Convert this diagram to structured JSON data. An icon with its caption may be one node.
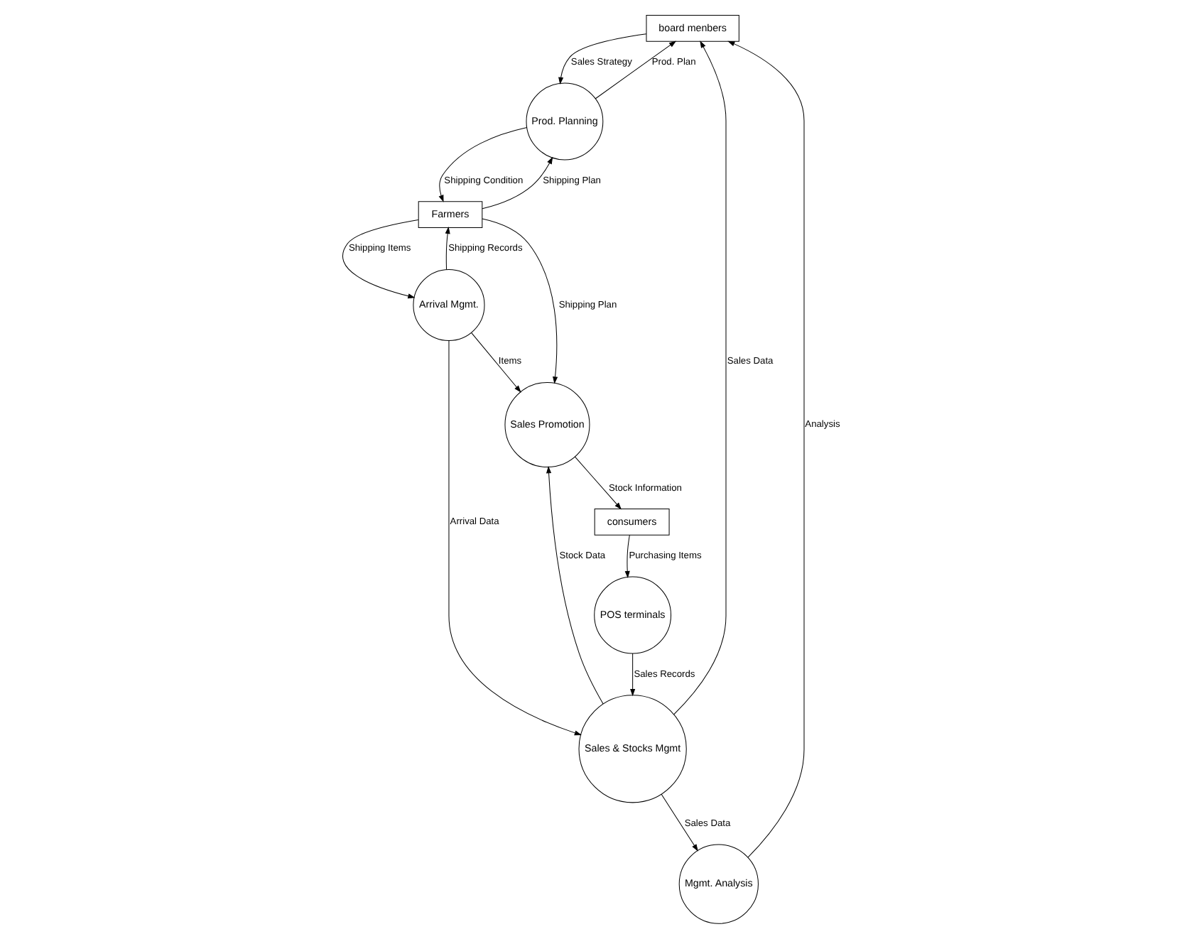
{
  "diagram": {
    "nodes": [
      {
        "text": [
          "board menbers"
        ]
      },
      {
        "text": [
          "POS terminals"
        ]
      },
      {
        "text": [
          "Sales & Stocks Mgmt"
        ]
      },
      {
        "text": [
          "Prod. Planning"
        ]
      },
      {
        "text": [
          "Mgmt. Analysis"
        ]
      },
      {
        "text": [
          "consumers"
        ]
      },
      {
        "text": [
          "Arrival Mgmt."
        ]
      },
      {
        "text": [
          "Farmers"
        ]
      },
      {
        "text": [
          "Sales Promotion"
        ]
      }
    ],
    "edges": [
      {
        "from": 2,
        "to": 0,
        "arrow": "to",
        "label": "Sales Data"
      },
      {
        "from": 1,
        "to": 2,
        "arrow": "to",
        "label": "Sales Records"
      },
      {
        "from": 5,
        "to": 1,
        "arrow": "to",
        "label": "Purchasing Items"
      },
      {
        "from": 3,
        "to": 0,
        "arrow": "to",
        "label": "Prod. Plan"
      },
      {
        "from": 0,
        "to": 3,
        "arrow": "to",
        "label": "Sales Strategy"
      },
      {
        "from": 4,
        "to": 0,
        "arrow": "to",
        "label": "Analysis"
      },
      {
        "from": 2,
        "to": 4,
        "arrow": "to",
        "label": "Sales Data"
      },
      {
        "from": 6,
        "to": 2,
        "arrow": "to",
        "label": "Arrival Data"
      },
      {
        "from": 2,
        "to": 8,
        "arrow": "to",
        "label": "Stock Data"
      },
      {
        "from": 8,
        "to": 5,
        "arrow": "to",
        "label": "Stock Information"
      },
      {
        "from": 7,
        "to": 3,
        "arrow": "to",
        "label": "Shipping Plan"
      },
      {
        "from": 3,
        "to": 7,
        "arrow": "to",
        "label": "Shipping Condition"
      },
      {
        "from": 7,
        "to": 6,
        "arrow": "to",
        "label": "Shipping Items"
      },
      {
        "from": 6,
        "to": 7,
        "arrow": "to",
        "label": "Shipping Records"
      },
      {
        "from": 6,
        "to": 8,
        "arrow": "to",
        "label": "Items"
      },
      {
        "from": 7,
        "to": 8,
        "arrow": "to",
        "label": "Shipping Plan"
      }
    ]
  }
}
